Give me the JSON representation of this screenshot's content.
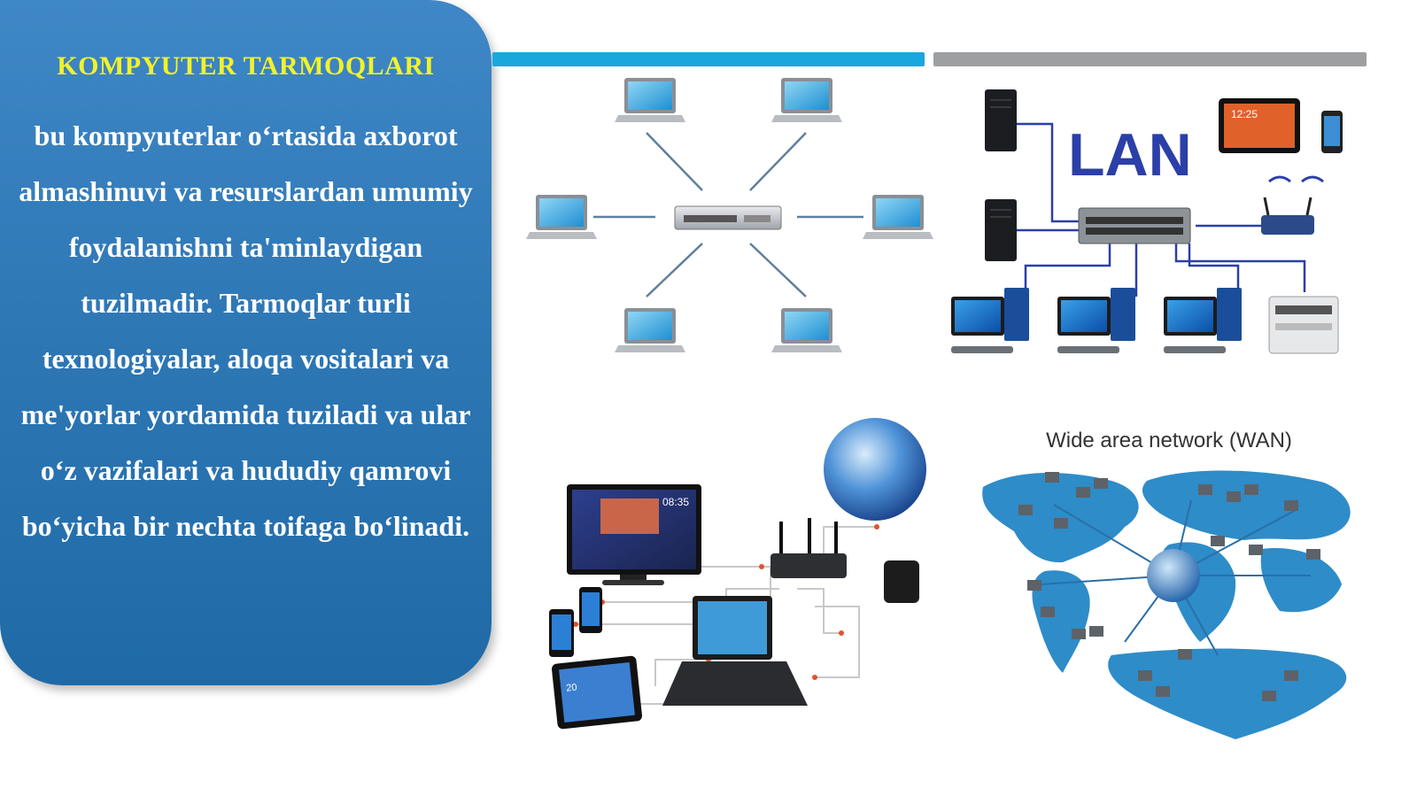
{
  "panel": {
    "title": "KOMPYUTER TARMOQLARI",
    "body": "bu kompyuterlar o‘rtasida axborot almashinuvi va resurslardan umumiy foydalanishni ta'minlaydigan tuzilmadir. Tarmoqlar turli texnologiyalar, aloqa vositalari va me'yorlar yordamida tuziladi va ular o‘z vazifalari va hududiy qamrovi bo‘yicha bir nechta toifaga bo‘linadi."
  },
  "lan": {
    "label": "LAN",
    "tablet_time": "12:25"
  },
  "wan": {
    "caption": "Wide area network (WAN)"
  },
  "home": {
    "tv_time": "08:35",
    "tablet_time": "20"
  },
  "colors": {
    "panel_blue": "#2f78b6",
    "title_yellow": "#f2f22a",
    "bar_blue": "#1aa7de",
    "bar_gray": "#9d9fa1",
    "lan_blue": "#2b3fa8",
    "map_blue": "#2e8cc8"
  },
  "icons": [
    "laptop-icon",
    "switch-icon",
    "server-icon",
    "router-icon",
    "desktop-icon",
    "printer-icon",
    "globe-icon",
    "smartphone-icon",
    "tablet-icon",
    "tv-icon"
  ]
}
